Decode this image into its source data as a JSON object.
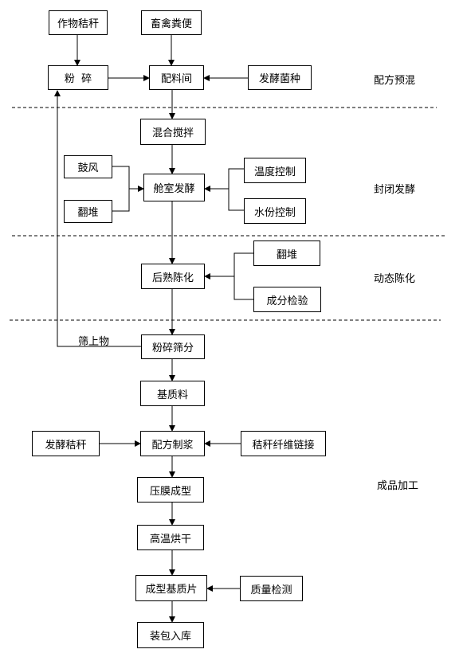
{
  "nodes": {
    "straw": "作物秸秆",
    "manure": "畜禽粪便",
    "crush": "粉  碎",
    "mixing_room": "配料间",
    "starter": "发酵菌种",
    "mix_stir": "混合搅拌",
    "blow": "鼓风",
    "turn1": "翻堆",
    "chamber_ferment": "舱室发酵",
    "temp_control": "温度控制",
    "moisture_control": "水份控制",
    "turn2": "翻堆",
    "post_mature": "后熟陈化",
    "component_test": "成分检验",
    "crush_sieve": "粉碎筛分",
    "substrate": "基质料",
    "ferment_straw": "发酵秸秆",
    "slurry": "配方制浆",
    "fiber_link": "秸秆纤维链接",
    "press_mold": "压膜成型",
    "dry": "高温烘干",
    "sheet": "成型基质片",
    "quality_test": "质量检测",
    "pack": "装包入库"
  },
  "edge_labels": {
    "oversize": "筛上物"
  },
  "stages": {
    "premix": "配方预混",
    "sealed_ferment": "封闭发酵",
    "dynamic_aging": "动态陈化",
    "finishing": "成品加工"
  }
}
